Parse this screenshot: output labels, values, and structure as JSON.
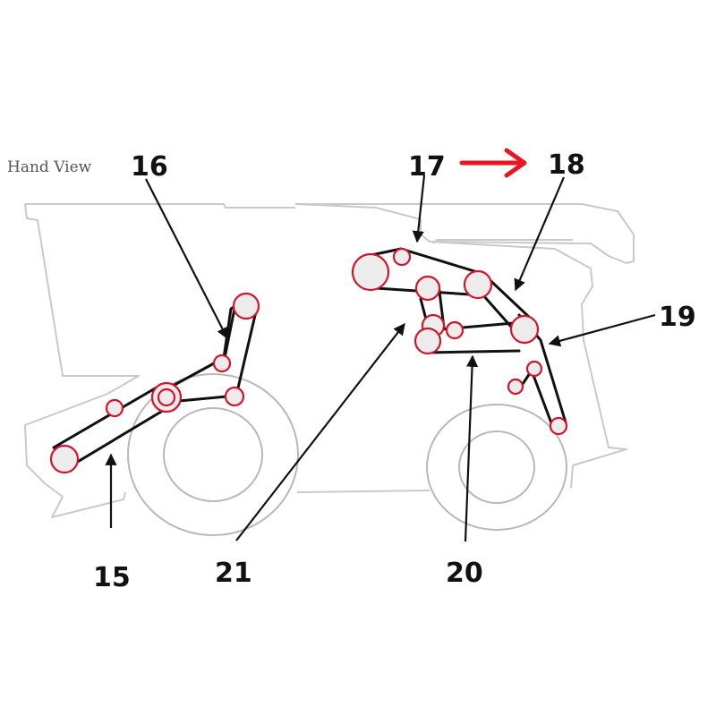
{
  "diagram": {
    "view_label": "Hand View",
    "callouts": [
      "15",
      "16",
      "17",
      "18",
      "19",
      "20",
      "21"
    ],
    "accent_color": "#e8141e",
    "pulley_color": "#d4142a"
  }
}
